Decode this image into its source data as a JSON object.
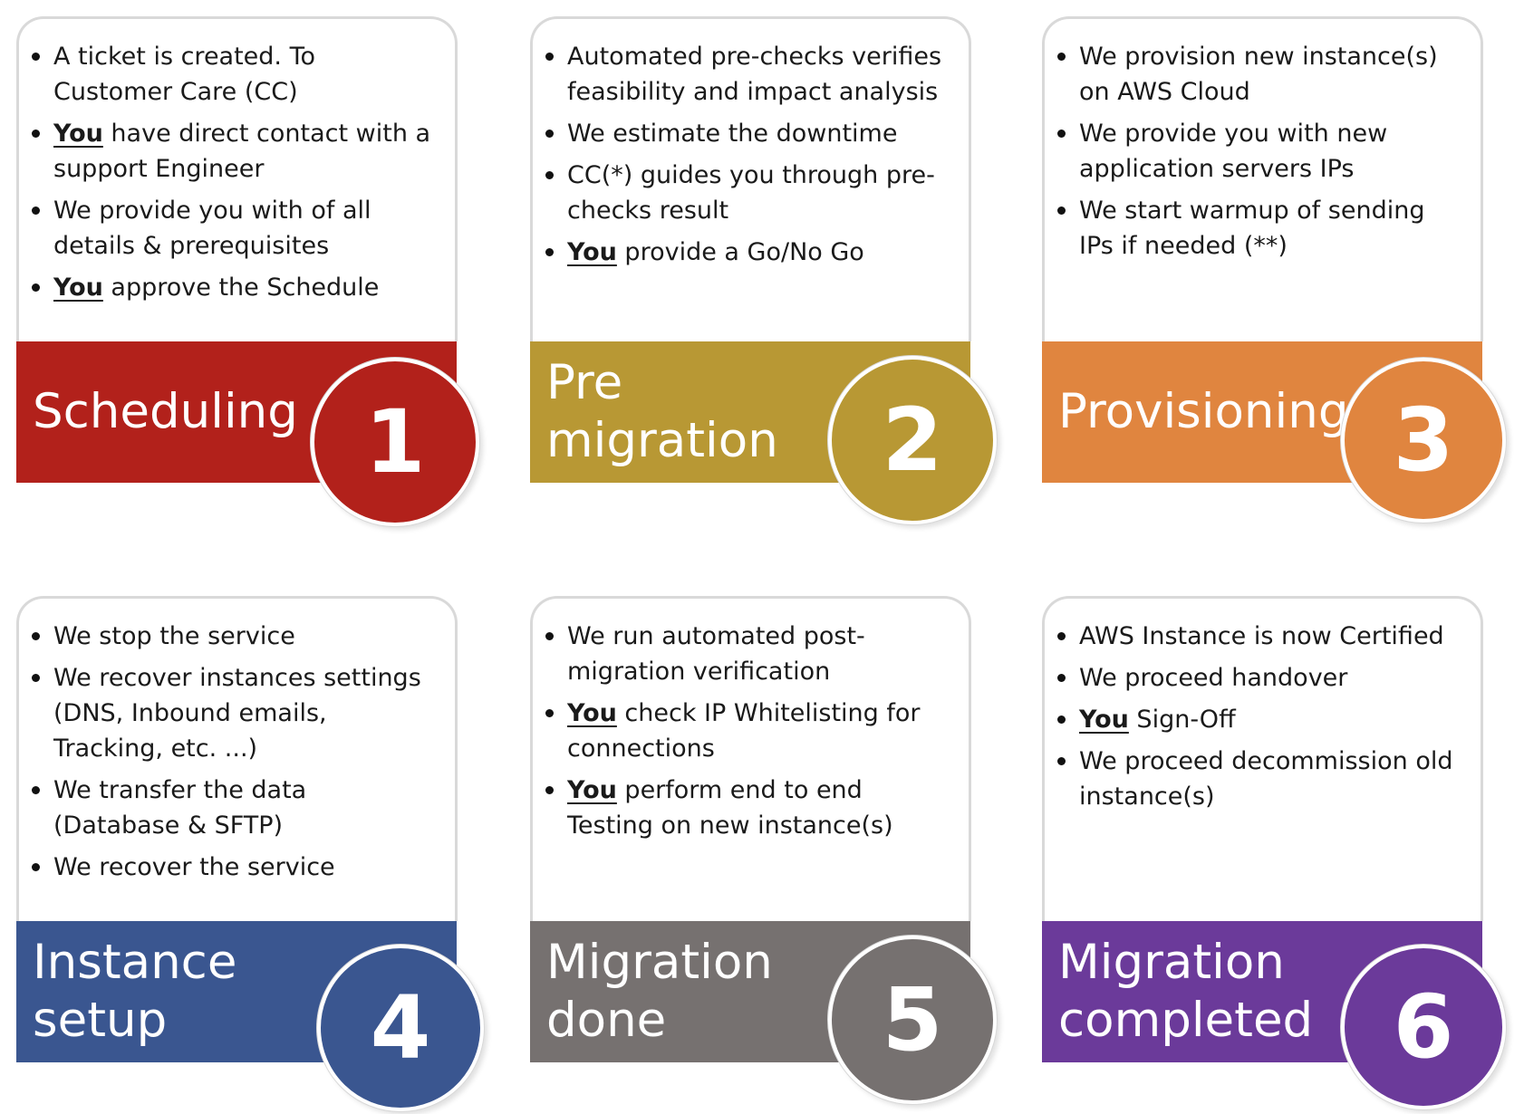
{
  "steps": [
    {
      "number": "1",
      "title": [
        "Scheduling"
      ],
      "color": "#b2211b",
      "bullets": [
        [
          {
            "t": "A ticket is created. To Customer Care (CC)"
          }
        ],
        [
          {
            "t": "You",
            "em": true
          },
          {
            "t": " have direct contact with a support Engineer"
          }
        ],
        [
          {
            "t": "We provide  you with of all details & prerequisites"
          }
        ],
        [
          {
            "t": "You",
            "em": true
          },
          {
            "t": " approve the Schedule"
          }
        ]
      ]
    },
    {
      "number": "2",
      "title": [
        "Pre",
        "migration"
      ],
      "color": "#b89834",
      "bullets": [
        [
          {
            "t": "Automated pre-checks verifies feasibility and impact analysis"
          }
        ],
        [
          {
            "t": "We estimate the downtime"
          }
        ],
        [
          {
            "t": "CC(*) guides you through pre-checks result"
          }
        ],
        [
          {
            "t": "You",
            "em": true
          },
          {
            "t": " provide a Go/No Go"
          }
        ]
      ]
    },
    {
      "number": "3",
      "title": [
        "Provisioning"
      ],
      "color": "#e0853f",
      "bullets": [
        [
          {
            "t": "We  provision new instance(s) on AWS Cloud"
          }
        ],
        [
          {
            "t": "We provide you with new application servers IPs"
          }
        ],
        [
          {
            "t": "We start warmup of sending IPs if needed (**)"
          }
        ]
      ]
    },
    {
      "number": "4",
      "title": [
        "Instance",
        "setup"
      ],
      "color": "#3a5690",
      "bullets": [
        [
          {
            "t": "We stop the service"
          }
        ],
        [
          {
            "t": "We recover instances settings (DNS, Inbound emails, Tracking, etc. ...)"
          }
        ],
        [
          {
            "t": "We transfer the data (Database & SFTP)"
          }
        ],
        [
          {
            "t": "We recover the service"
          }
        ]
      ]
    },
    {
      "number": "5",
      "title": [
        "Migration",
        "done"
      ],
      "color": "#767170",
      "bullets": [
        [
          {
            "t": "We run automated post-migration verification"
          }
        ],
        [
          {
            "t": "You",
            "em": true
          },
          {
            "t": " check  IP Whitelisting for connections"
          }
        ],
        [
          {
            "t": "You",
            "em": true
          },
          {
            "t": " perform end to end Testing on new instance(s)"
          }
        ]
      ]
    },
    {
      "number": "6",
      "title": [
        "Migration",
        "completed"
      ],
      "color": "#6b3a9a",
      "bullets": [
        [
          {
            "t": "AWS Instance is now Certified"
          }
        ],
        [
          {
            "t": "We proceed handover"
          }
        ],
        [
          {
            "t": "You",
            "em": true
          },
          {
            "t": " Sign-Off"
          }
        ],
        [
          {
            "t": "We proceed decommission old instance(s)"
          }
        ]
      ]
    }
  ]
}
